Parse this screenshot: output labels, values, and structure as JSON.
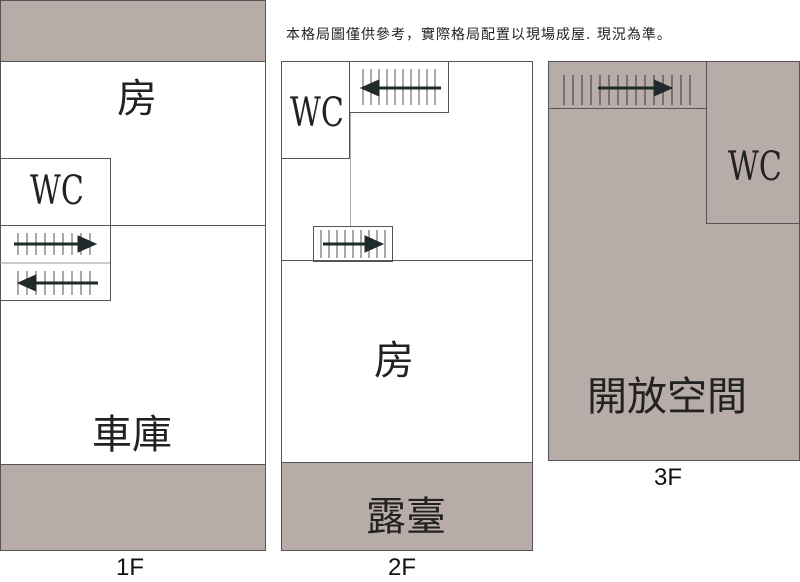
{
  "note": "本格局圖僅供參考，實際格局配置以現場成屋. 現況為準。",
  "floors": [
    {
      "label": "1F",
      "rooms": {
        "bedroom": "房",
        "wc": "WC",
        "garage": "車庫"
      }
    },
    {
      "label": "2F",
      "rooms": {
        "wc": "WC",
        "bedroom": "房",
        "terrace": "露臺"
      }
    },
    {
      "label": "3F",
      "rooms": {
        "wc": "WC",
        "open_space": "開放空間"
      }
    }
  ],
  "colors": {
    "shaded_area": "#b8aca8",
    "wall": "#555555",
    "arrow": "#1f2a2a"
  }
}
